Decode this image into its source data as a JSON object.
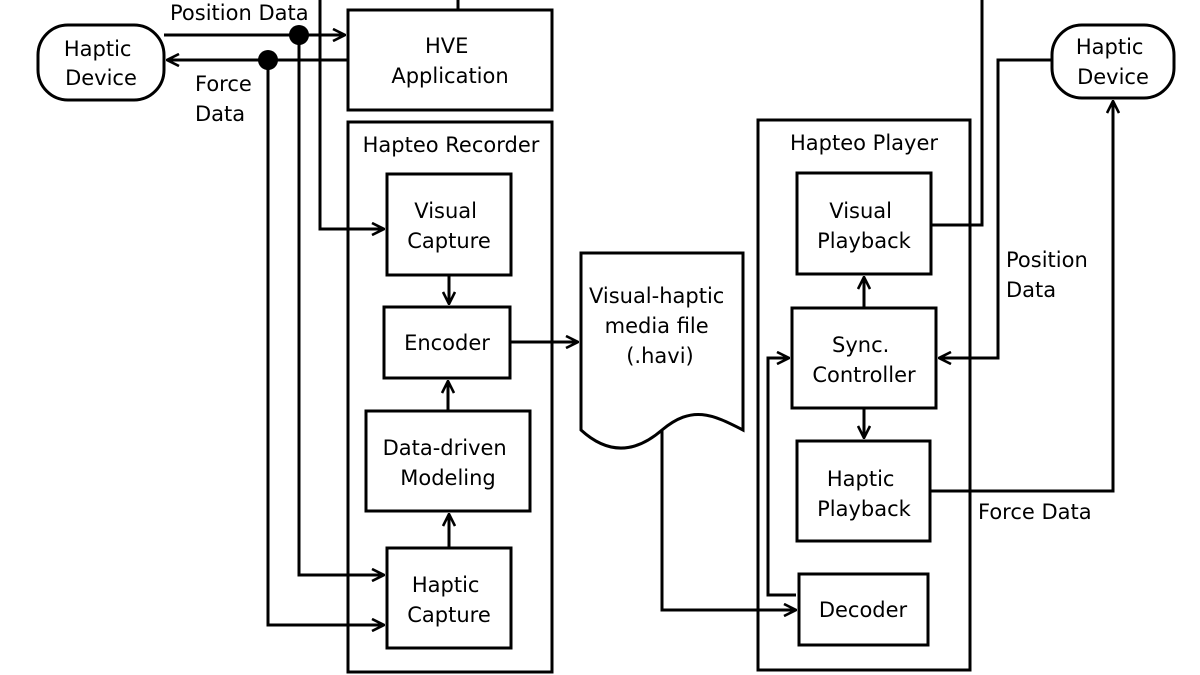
{
  "nodes": {
    "haptic_device_left": [
      "Haptic",
      "Device"
    ],
    "hve_application": [
      "HVE",
      "Application"
    ],
    "hapteo_recorder": "Hapteo Recorder",
    "visual_capture": [
      "Visual",
      "Capture"
    ],
    "encoder": "Encoder",
    "data_driven_modeling": [
      "Data-driven",
      "Modeling"
    ],
    "haptic_capture": [
      "Haptic",
      "Capture"
    ],
    "media_file": [
      "Visual-haptic",
      "media file",
      "(.havi)"
    ],
    "hapteo_player": "Hapteo Player",
    "visual_playback": [
      "Visual",
      "Playback"
    ],
    "sync_controller": [
      "Sync.",
      "Controller"
    ],
    "haptic_playback": [
      "Haptic",
      "Playback"
    ],
    "decoder": "Decoder",
    "haptic_device_right": [
      "Haptic",
      "Device"
    ]
  },
  "edge_labels": {
    "position_data_left": "Position Data",
    "force_data_left": [
      "Force",
      "Data"
    ],
    "position_data_right": [
      "Position",
      "Data"
    ],
    "force_data_right": "Force Data"
  }
}
